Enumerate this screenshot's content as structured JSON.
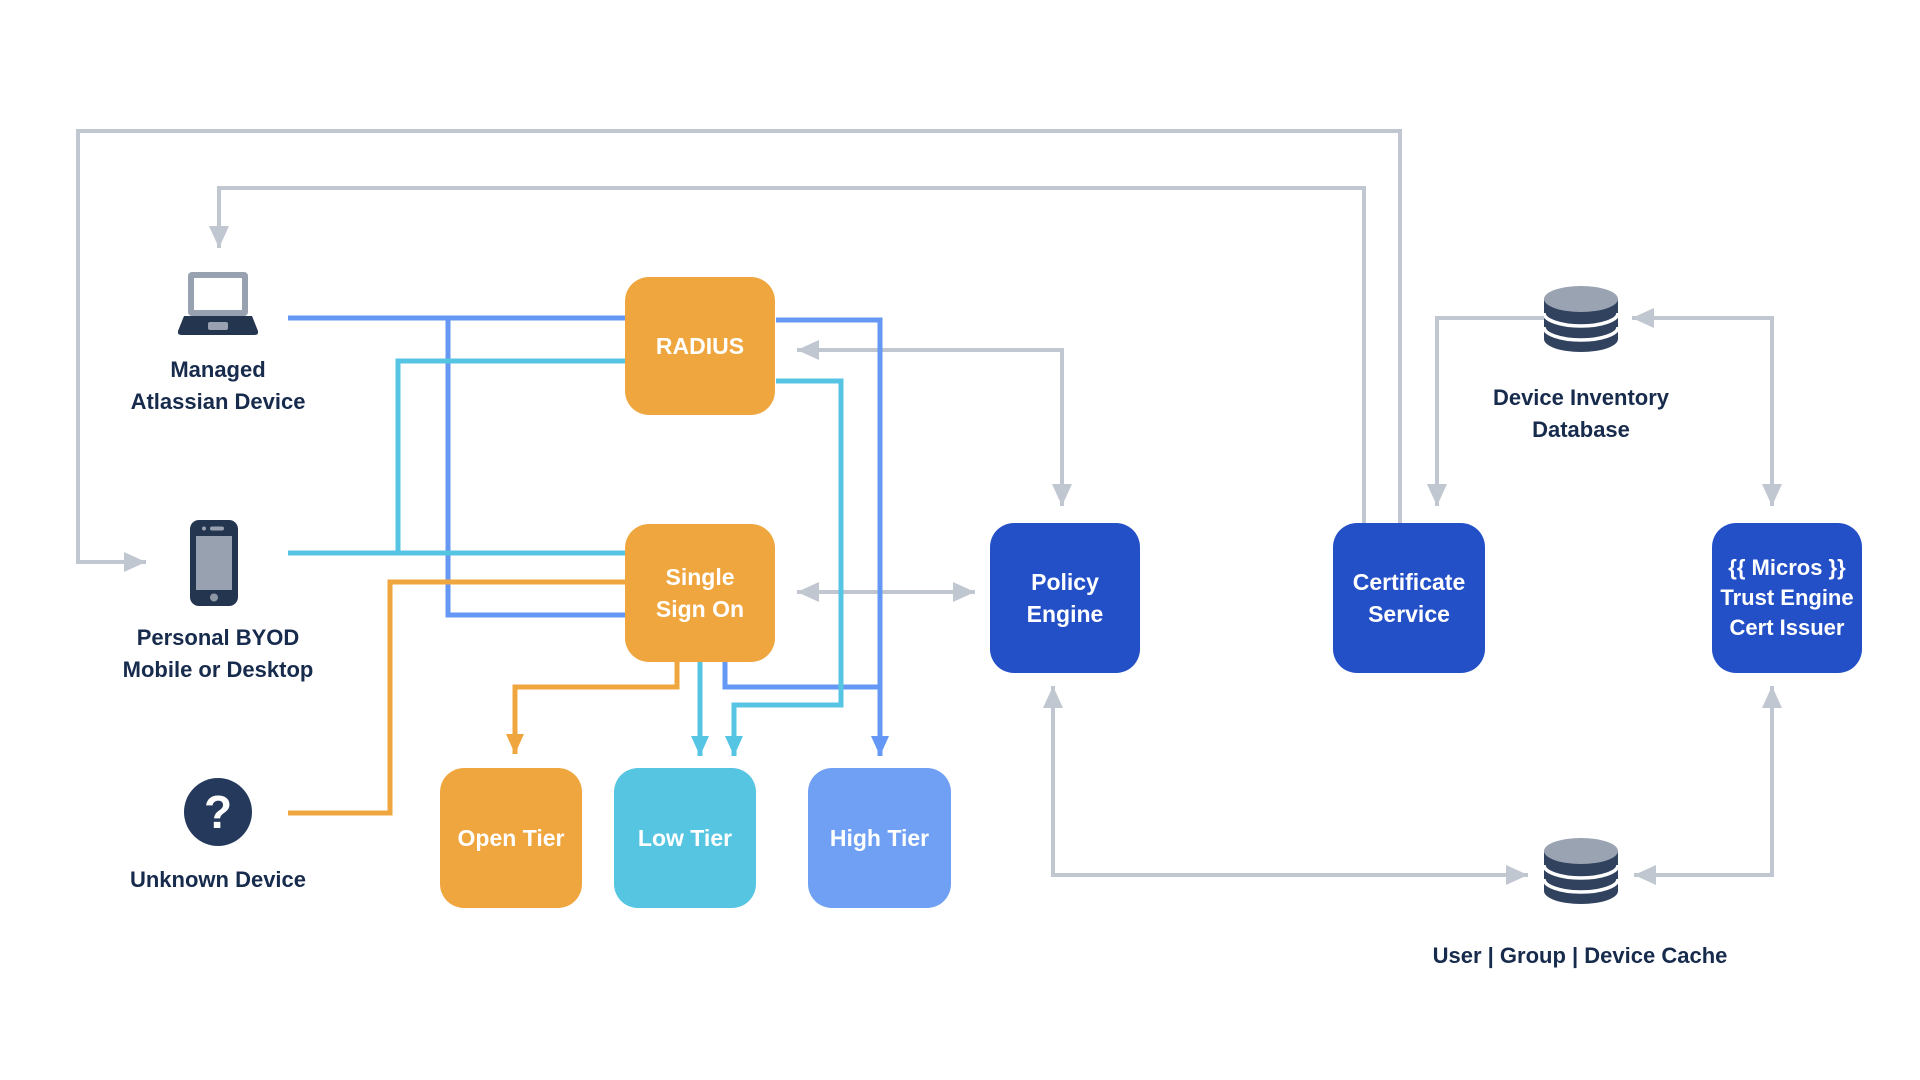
{
  "diagram": {
    "devices": {
      "managed": {
        "line1": "Managed",
        "line2": "Atlassian Device"
      },
      "byod": {
        "line1": "Personal BYOD",
        "line2": "Mobile or Desktop"
      },
      "unknown": {
        "label": "Unknown Device",
        "glyph": "?"
      }
    },
    "nodes": {
      "radius": {
        "label": "RADIUS"
      },
      "sso": {
        "line1": "Single",
        "line2": "Sign On"
      },
      "open_tier": {
        "label": "Open Tier"
      },
      "low_tier": {
        "label": "Low Tier"
      },
      "high_tier": {
        "label": "High Tier"
      },
      "policy_engine": {
        "line1": "Policy",
        "line2": "Engine"
      },
      "certificate_service": {
        "line1": "Certificate",
        "line2": "Service"
      },
      "micros_trust_engine": {
        "line1": "{{ Micros }}",
        "line2": "Trust Engine",
        "line3": "Cert Issuer"
      }
    },
    "datastores": {
      "device_inventory": {
        "line1": "Device Inventory",
        "line2": "Database"
      },
      "user_cache": {
        "label": "User | Group | Device Cache"
      }
    },
    "colors": {
      "orange": "#F0A63F",
      "cyan": "#56C5E3",
      "blue": "#6598F5",
      "dark_blue": "#2450C7",
      "gray": "#C1C7D0",
      "navy_text": "#172B4D",
      "low_tier_fill": "#56C5E1",
      "high_tier_fill": "#6FA0F3"
    }
  }
}
